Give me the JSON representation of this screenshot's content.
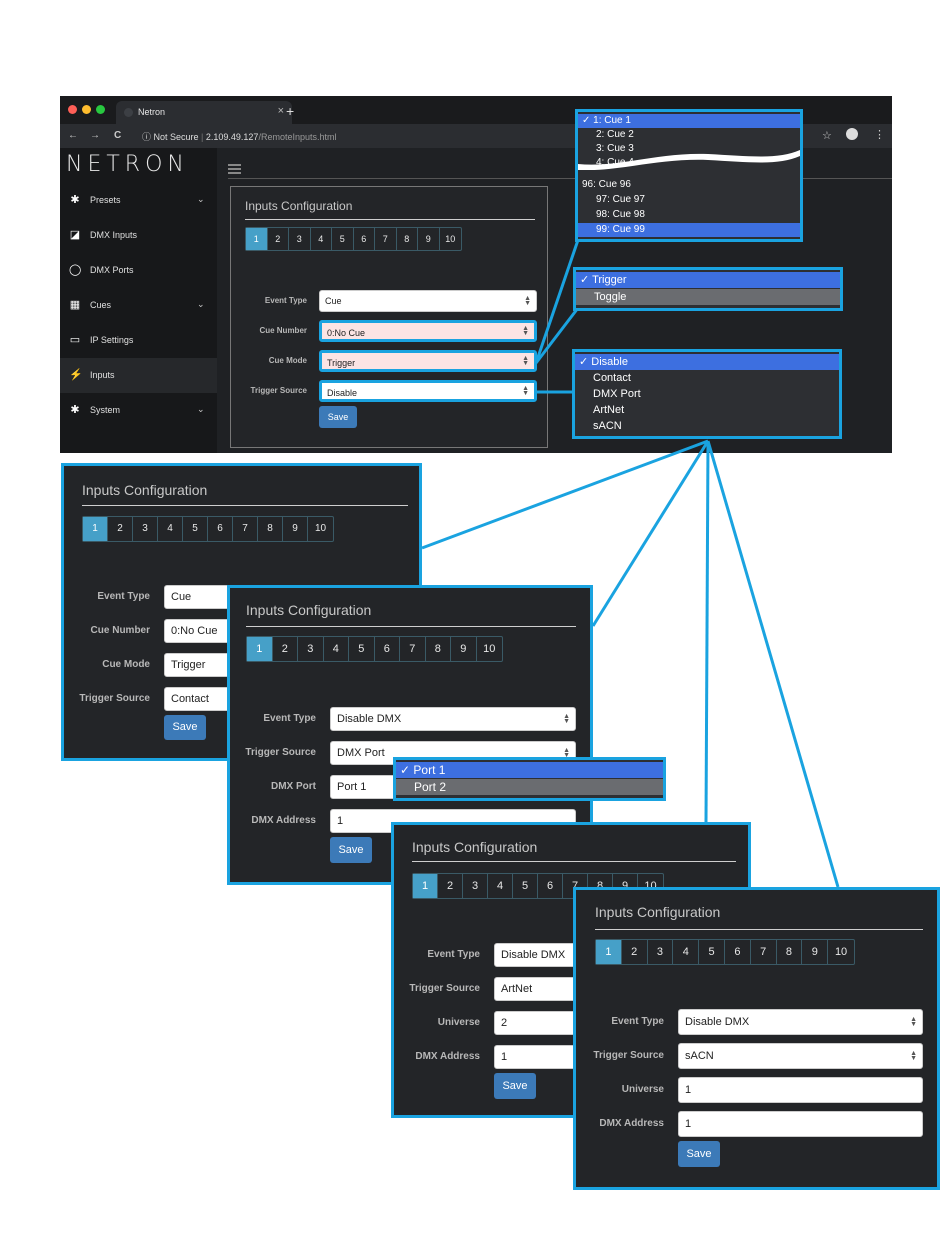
{
  "browser": {
    "tab_title": "Netron",
    "tab_close": "×",
    "new_tab": "+",
    "nav_back": "←",
    "nav_forward": "→",
    "nav_reload": "C",
    "security": "ⓘ Not Secure",
    "url_host": "2.109.49.127",
    "url_path": "/RemoteInputs.html",
    "star": "☆",
    "more": "⋮"
  },
  "app": {
    "logo": "NETRON",
    "sidebar": [
      {
        "label": "Presets",
        "icon": "gear-icon",
        "glyph": "✱",
        "chevron": "⌄"
      },
      {
        "label": "DMX Inputs",
        "icon": "edit-icon",
        "glyph": "◪",
        "chevron": ""
      },
      {
        "label": "DMX Ports",
        "icon": "ring-icon",
        "glyph": "◯",
        "chevron": ""
      },
      {
        "label": "Cues",
        "icon": "film-icon",
        "glyph": "▦",
        "chevron": "⌄"
      },
      {
        "label": "IP Settings",
        "icon": "laptop-icon",
        "glyph": "▭",
        "chevron": ""
      },
      {
        "label": "Inputs",
        "icon": "plug-icon",
        "glyph": "⚡",
        "chevron": ""
      },
      {
        "label": "System",
        "icon": "gear-icon",
        "glyph": "✱",
        "chevron": "⌄"
      }
    ]
  },
  "pager_pages": [
    "1",
    "2",
    "3",
    "4",
    "5",
    "6",
    "7",
    "8",
    "9",
    "10"
  ],
  "panels": {
    "main": {
      "title": "Inputs Configuration",
      "labels": [
        "Event Type",
        "Cue Number",
        "Cue Mode",
        "Trigger Source"
      ],
      "values": [
        "Cue",
        "0:No Cue",
        "Trigger",
        "Disable"
      ],
      "save": "Save"
    },
    "p1": {
      "title": "Inputs Configuration",
      "labels": [
        "Event Type",
        "Cue Number",
        "Cue Mode",
        "Trigger Source"
      ],
      "values": [
        "Cue",
        "0:No Cue",
        "Trigger",
        "Contact"
      ],
      "save": "Save"
    },
    "p2": {
      "title": "Inputs Configuration",
      "labels": [
        "Event Type",
        "Trigger Source",
        "DMX Port",
        "DMX Address"
      ],
      "values": [
        "Disable DMX",
        "DMX Port",
        "Port 1",
        "1"
      ],
      "save": "Save"
    },
    "p3": {
      "title": "Inputs Configuration",
      "labels": [
        "Event Type",
        "Trigger Source",
        "Universe",
        "DMX Address"
      ],
      "values": [
        "Disable DMX",
        "ArtNet",
        "2",
        "1"
      ],
      "save": "Save"
    },
    "p4": {
      "title": "Inputs Configuration",
      "labels": [
        "Event Type",
        "Trigger Source",
        "Universe",
        "DMX Address"
      ],
      "values": [
        "Disable DMX",
        "sACN",
        "1",
        "1"
      ],
      "save": "Save"
    }
  },
  "popups": {
    "cues": {
      "top": [
        "✓ 1: Cue 1",
        "2: Cue 2",
        "3: Cue 3",
        "4: Cue 4"
      ],
      "bottom": [
        "96: Cue 96",
        "97: Cue 97",
        "98: Cue 98",
        "99: Cue 99"
      ]
    },
    "mode": [
      "✓ Trigger",
      "Toggle"
    ],
    "trigger": [
      "✓ Disable",
      "Contact",
      "DMX Port",
      "ArtNet",
      "sACN"
    ],
    "port": [
      "✓ Port 1",
      "Port 2"
    ]
  },
  "colors": {
    "highlight": "#1aa3e0",
    "select_blue": "#3d6fe0",
    "pager_active": "#46a0c8",
    "save": "#3c7ab8",
    "traffic": [
      "#fe5f57",
      "#febc2e",
      "#28c840"
    ]
  }
}
